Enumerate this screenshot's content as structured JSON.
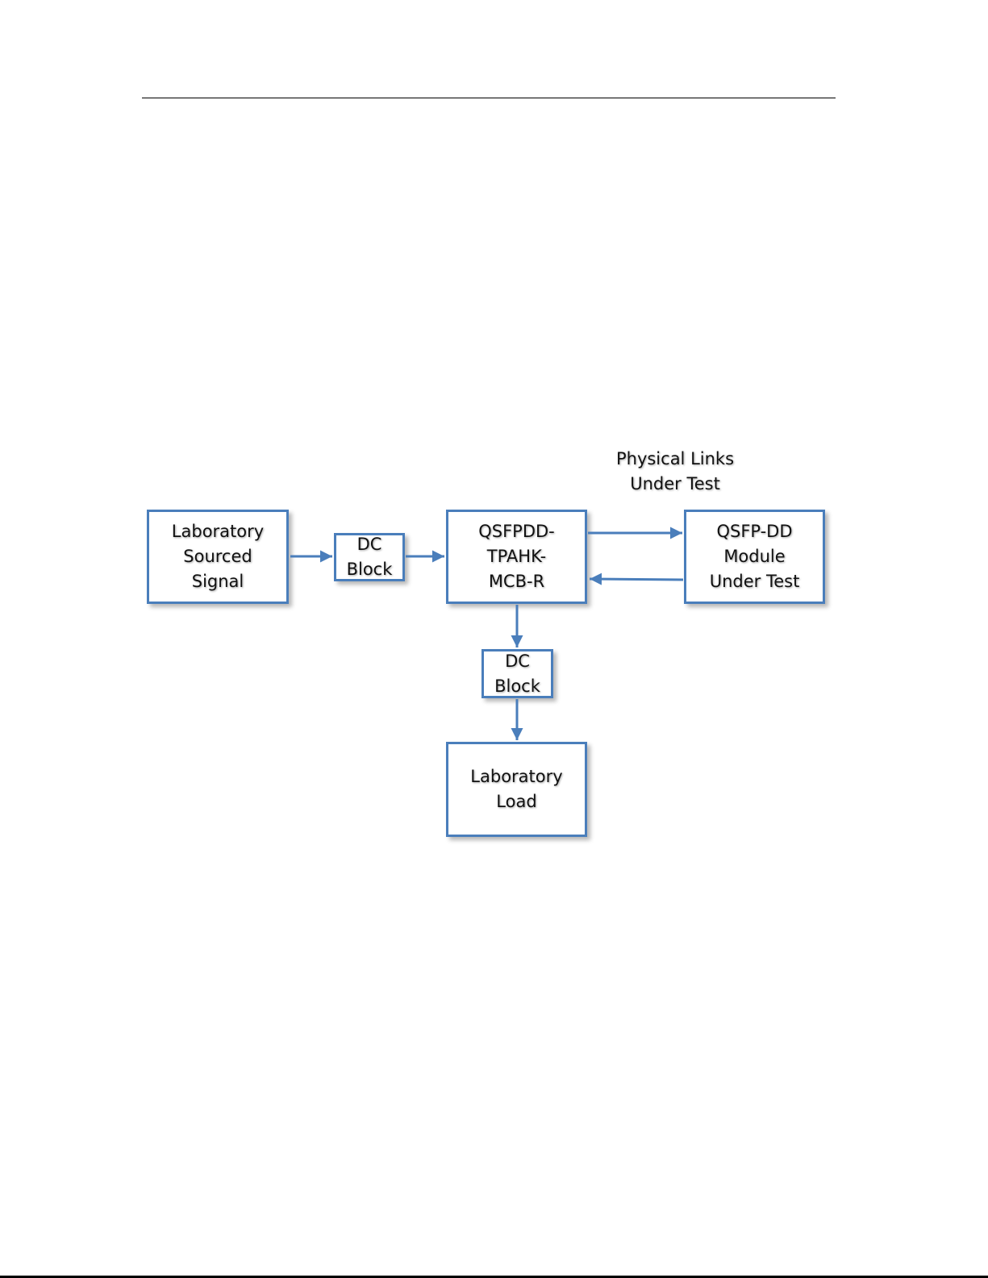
{
  "diagram": {
    "caption": "Physical Links\nUnder Test",
    "boxes": {
      "lab_source": "Laboratory\nSourced\nSignal",
      "dc_block_1": "DC\nBlock",
      "fixture": "QSFPDD-\nTPAHK-\nMCB-R",
      "module": "QSFP-DD\nModule\nUnder Test",
      "dc_block_2": "DC\nBlock",
      "lab_load": "Laboratory\nLoad"
    },
    "colors": {
      "box_border": "#4a7ebb",
      "arrow": "#4a7ebb"
    }
  }
}
